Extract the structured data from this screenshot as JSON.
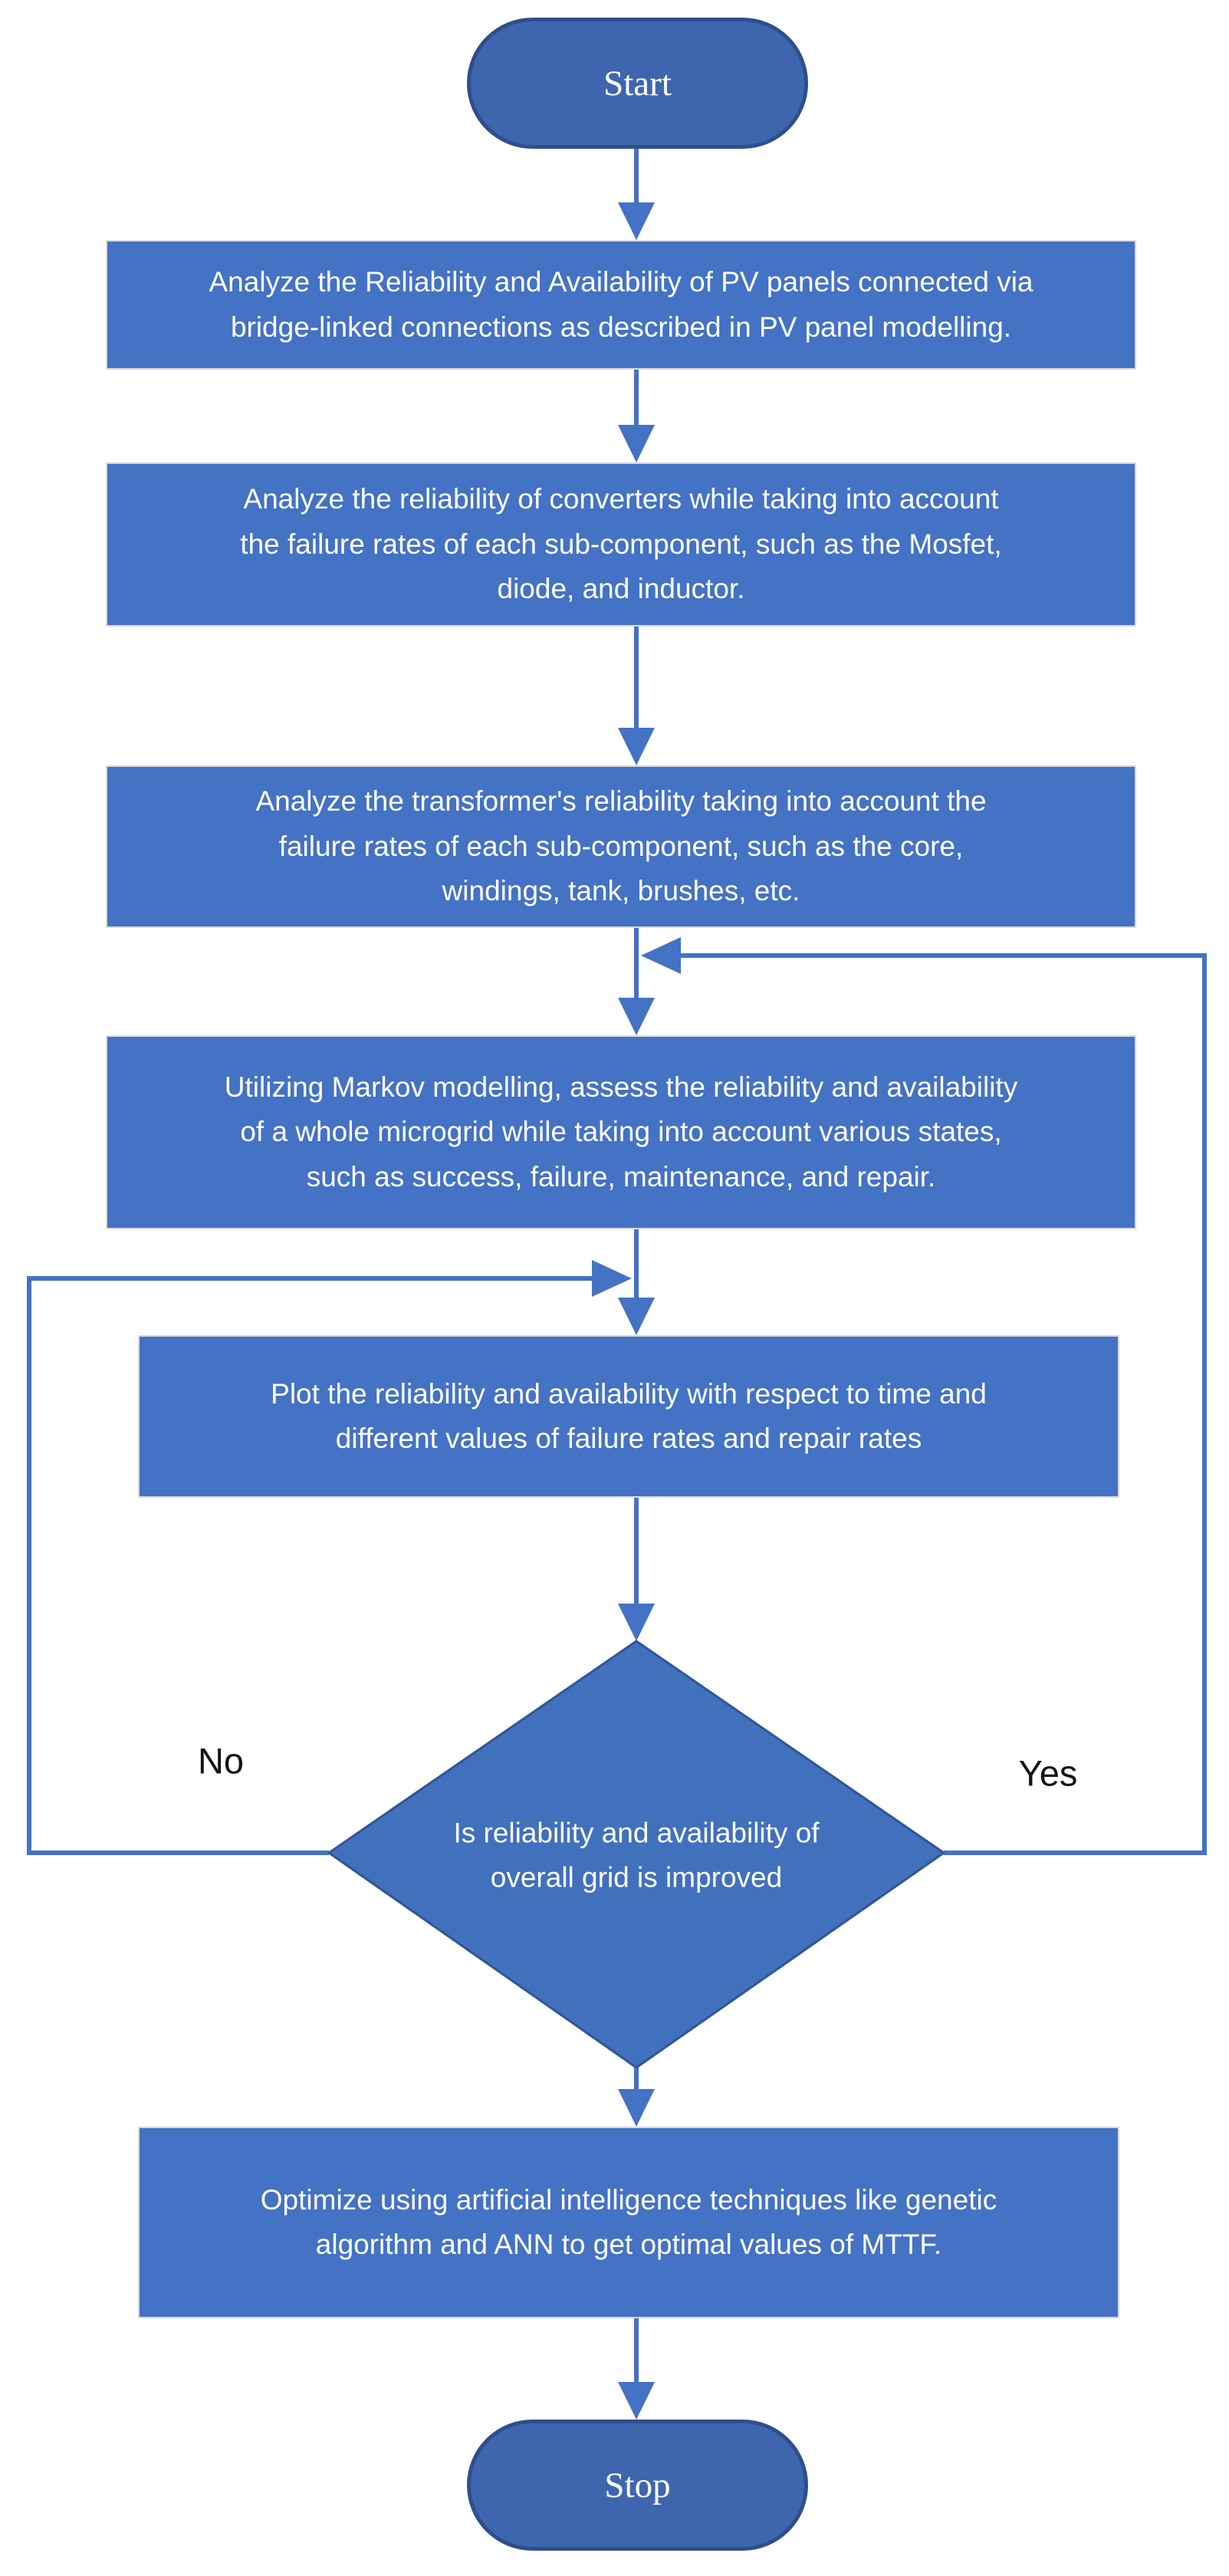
{
  "flow": {
    "start": {
      "label": "Start"
    },
    "steps": [
      {
        "id": "analyze-pv",
        "text": "Analyze the Reliability and Availability of PV panels connected via\nbridge-linked connections as described in PV panel modelling."
      },
      {
        "id": "analyze-converters",
        "text": "Analyze the reliability of converters while taking into account\nthe failure rates of each sub-component, such as the Mosfet,\ndiode, and inductor."
      },
      {
        "id": "analyze-transformer",
        "text": "Analyze the transformer's reliability taking into account the\nfailure rates of each sub-component, such as the core,\nwindings, tank, brushes, etc."
      },
      {
        "id": "markov-assessment",
        "text": "Utilizing Markov modelling, assess the reliability and availability\nof a whole microgrid while taking into account various states,\nsuch as success, failure, maintenance, and repair."
      },
      {
        "id": "plot-results",
        "text": "Plot the reliability and availability with respect to time and\ndifferent values of failure rates and repair rates"
      },
      {
        "id": "optimize-ai",
        "text": "Optimize using artificial intelligence techniques like genetic\nalgorithm and ANN to get optimal values of MTTF."
      }
    ],
    "decision": {
      "text": "Is reliability and availability of\noverall grid is improved",
      "no_label": "No",
      "yes_label": "Yes"
    },
    "stop": {
      "label": "Stop"
    }
  },
  "colors": {
    "process_fill": "#4472C4",
    "process_border": "#D9D9D9",
    "terminal_fill": "#3E66AE",
    "terminal_border": "#2E4E8C",
    "decision_fill": "#4170BD",
    "decision_border": "#2F5597",
    "connector": "#4472C4",
    "node_text": "#FFFFFF",
    "branch_label_text": "#141414"
  }
}
